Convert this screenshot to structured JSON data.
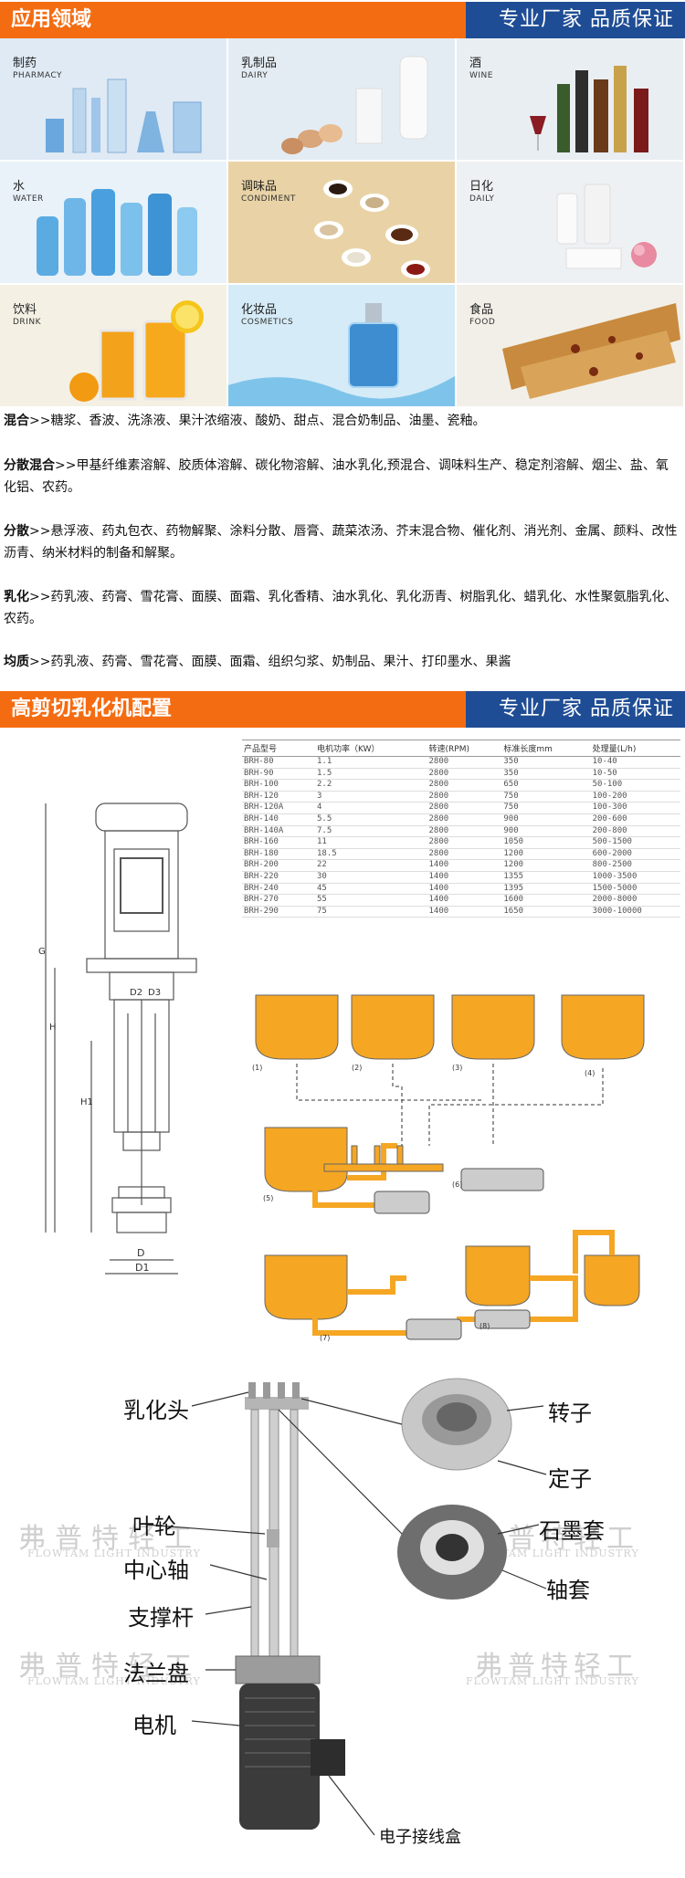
{
  "sections": {
    "apps_title": "应用领域",
    "config_title": "高剪切乳化机配置",
    "slogan": "专业厂家  品质保证"
  },
  "categories": [
    {
      "cn": "制药",
      "en": "PHARMACY"
    },
    {
      "cn": "乳制品",
      "en": "DAIRY"
    },
    {
      "cn": "酒",
      "en": "WINE"
    },
    {
      "cn": "水",
      "en": "WATER"
    },
    {
      "cn": "调味品",
      "en": "CONDIMENT"
    },
    {
      "cn": "日化",
      "en": "DAILY"
    },
    {
      "cn": "饮料",
      "en": "DRINK"
    },
    {
      "cn": "化妆品",
      "en": "COSMETICS"
    },
    {
      "cn": "食品",
      "en": "FOOD"
    }
  ],
  "applications": [
    {
      "label": "混合",
      "text": ">>糖浆、香波、洗涤液、果汁浓缩液、酸奶、甜点、混合奶制品、油墨、瓷釉。"
    },
    {
      "label": "分散混合",
      "text": ">>甲基纤维素溶解、胶质体溶解、碳化物溶解、油水乳化,预混合、调味料生产、稳定剂溶解、烟尘、盐、氧化铝、农药。"
    },
    {
      "label": "分散",
      "text": ">>悬浮液、药丸包衣、药物解聚、涂料分散、唇膏、蔬菜浓汤、芥末混合物、催化剂、消光剂、金属、颜料、改性沥青、纳米材料的制备和解聚。"
    },
    {
      "label": "乳化",
      "text": ">>药乳液、药膏、雪花膏、面膜、面霜、乳化香精、油水乳化、乳化沥青、树脂乳化、蜡乳化、水性聚氨脂乳化、农药。"
    },
    {
      "label": "均质",
      "text": ">>药乳液、药膏、雪花膏、面膜、面霜、组织匀浆、奶制品、果汁、打印墨水、果酱"
    }
  ],
  "spec_table": {
    "headers": [
      "产品型号",
      "电机功率（KW）",
      "转速(RPM)",
      "标准长度mm",
      "处理量(L/h)"
    ],
    "rows": [
      [
        "BRH-80",
        "1.1",
        "2800",
        "350",
        "10-40"
      ],
      [
        "BRH-90",
        "1.5",
        "2800",
        "350",
        "10-50"
      ],
      [
        "BRH-100",
        "2.2",
        "2800",
        "650",
        "50-100"
      ],
      [
        "BRH-120",
        "3",
        "2800",
        "750",
        "100-200"
      ],
      [
        "BRH-120A",
        "4",
        "2800",
        "750",
        "100-300"
      ],
      [
        "BRH-140",
        "5.5",
        "2800",
        "900",
        "200-600"
      ],
      [
        "BRH-140A",
        "7.5",
        "2800",
        "900",
        "200-800"
      ],
      [
        "BRH-160",
        "11",
        "2800",
        "1050",
        "500-1500"
      ],
      [
        "BRH-180",
        "18.5",
        "2800",
        "1200",
        "600-2000"
      ],
      [
        "BRH-200",
        "22",
        "1400",
        "1200",
        "800-2500"
      ],
      [
        "BRH-220",
        "30",
        "1400",
        "1355",
        "1000-3500"
      ],
      [
        "BRH-240",
        "45",
        "1400",
        "1395",
        "1500-5000"
      ],
      [
        "BRH-270",
        "55",
        "1400",
        "1600",
        "2000-8000"
      ],
      [
        "BRH-290",
        "75",
        "1400",
        "1650",
        "3000-10000"
      ]
    ]
  },
  "drawing_dims": {
    "g": "G",
    "h": "H",
    "h1": "H1",
    "d2": "D2",
    "d3": "D3",
    "d": "D",
    "d1": "D1"
  },
  "process_steps": [
    "(1)",
    "(2)",
    "(3)",
    "(4)",
    "(5)",
    "(6)",
    "(7)",
    "(8)"
  ],
  "parts": {
    "head": "乳化头",
    "impeller": "叶轮",
    "shaft": "中心轴",
    "rod": "支撑杆",
    "flange": "法兰盘",
    "motor": "电机",
    "rotor": "转子",
    "stator": "定子",
    "graphite": "石墨套",
    "bushing": "轴套",
    "junction": "电子接线盒"
  },
  "watermark": {
    "cn": "弗普特轻工",
    "en": "FLOWTAM LIGHT INDUSTRY"
  }
}
